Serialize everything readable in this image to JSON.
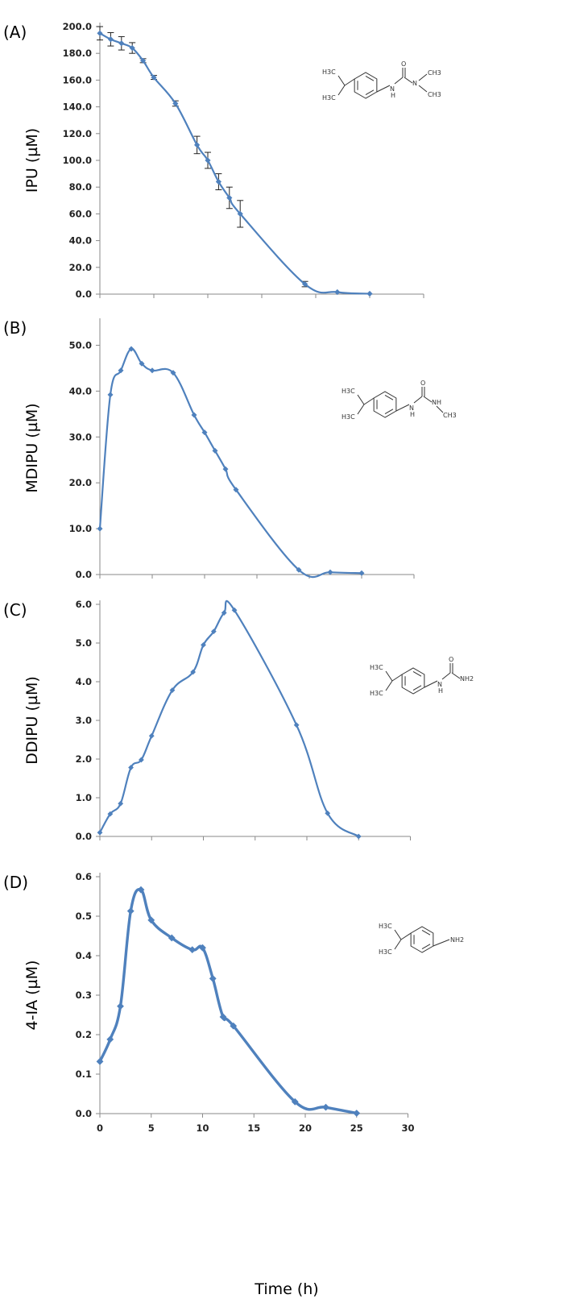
{
  "x_axis_label": "Time (h)",
  "x_ticks": [
    "0",
    "5",
    "10",
    "15",
    "20",
    "25",
    "30"
  ],
  "colors": {
    "series": "#4F81BD",
    "axis": "#8a8a8a",
    "error_bar": "#222222"
  },
  "chart_data": [
    {
      "panel": "(A)",
      "type": "line",
      "ylabel": "IPU (µM)",
      "xlim": [
        0,
        30
      ],
      "ylim": [
        0,
        200
      ],
      "y_ticks": [
        "0.0",
        "20.0",
        "40.0",
        "60.0",
        "80.0",
        "100.0",
        "120.0",
        "140.0",
        "160.0",
        "180.0",
        "200.0"
      ],
      "x": [
        0,
        1,
        2,
        3,
        4,
        5,
        7,
        9,
        10,
        11,
        12,
        13,
        19,
        22,
        25
      ],
      "y": [
        195,
        190.5,
        187.5,
        184,
        174.5,
        162,
        142.5,
        111.5,
        100,
        84,
        72,
        60,
        7.5,
        1.5,
        0.3
      ],
      "error": [
        5,
        5,
        5,
        4,
        1.5,
        1.5,
        2,
        6.5,
        6,
        6,
        8,
        10,
        2,
        0,
        0
      ],
      "structure_labels": [
        "H3C",
        "H3C",
        "N",
        "H",
        "O",
        "N",
        "CH3",
        "CH3"
      ]
    },
    {
      "panel": "(B)",
      "type": "line",
      "ylabel": "MDIPU (µM)",
      "xlim": [
        0,
        30
      ],
      "ylim": [
        0,
        55
      ],
      "y_ticks": [
        "0.0",
        "10.0",
        "20.0",
        "30.0",
        "40.0",
        "50.0"
      ],
      "x": [
        0,
        1,
        2,
        3,
        4,
        5,
        7,
        9,
        10,
        11,
        12,
        13,
        19,
        22,
        25
      ],
      "y": [
        10,
        39.2,
        44.5,
        49.2,
        46,
        44.5,
        44,
        34.8,
        31,
        27,
        23,
        18.5,
        1,
        0.5,
        0.3
      ],
      "structure_labels": [
        "H3C",
        "H3C",
        "N",
        "H",
        "O",
        "NH",
        "CH3"
      ]
    },
    {
      "panel": "(C)",
      "type": "line",
      "ylabel": "DDIPU (µM)",
      "xlim": [
        0,
        30
      ],
      "ylim": [
        0,
        6
      ],
      "y_ticks": [
        "0.0",
        "1.0",
        "2.0",
        "3.0",
        "4.0",
        "5.0",
        "6.0"
      ],
      "x": [
        0,
        1,
        2,
        3,
        4,
        5,
        7,
        9,
        10,
        11,
        12,
        13,
        19,
        22,
        25
      ],
      "y": [
        0.1,
        0.58,
        0.85,
        1.78,
        1.98,
        2.6,
        3.78,
        4.25,
        4.95,
        5.3,
        5.78,
        5.85,
        2.88,
        0.6,
        0
      ],
      "structure_labels": [
        "H3C",
        "H3C",
        "N",
        "H",
        "O",
        "NH2"
      ]
    },
    {
      "panel": "(D)",
      "type": "line",
      "ylabel": "4-IA (µM)",
      "xlim": [
        0,
        30
      ],
      "ylim": [
        0,
        0.6
      ],
      "y_ticks": [
        "0.0",
        "0.1",
        "0.2",
        "0.3",
        "0.4",
        "0.5",
        "0.6"
      ],
      "x": [
        0,
        1,
        2,
        3,
        4,
        5,
        7,
        9,
        10,
        11,
        12,
        13,
        19,
        22,
        25
      ],
      "y": [
        0.132,
        0.188,
        0.272,
        0.513,
        0.567,
        0.49,
        0.445,
        0.415,
        0.42,
        0.342,
        0.245,
        0.222,
        0.03,
        0.016,
        0.001
      ],
      "structure_labels": [
        "H3C",
        "H3C",
        "NH2"
      ]
    }
  ]
}
